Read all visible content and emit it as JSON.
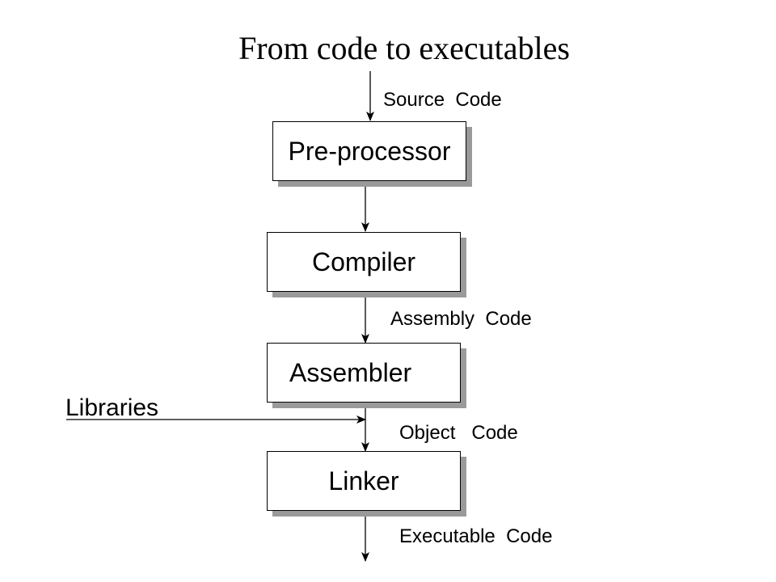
{
  "title": "From code to executables",
  "stages": [
    {
      "name": "Pre-processor"
    },
    {
      "name": "Compiler"
    },
    {
      "name": "Assembler"
    },
    {
      "name": "Linker"
    }
  ],
  "flow_labels": {
    "input": "Source  Code",
    "after_compiler": "Assembly  Code",
    "after_assembler": "Object   Code",
    "output": "Executable  Code"
  },
  "side_input": "Libraries"
}
